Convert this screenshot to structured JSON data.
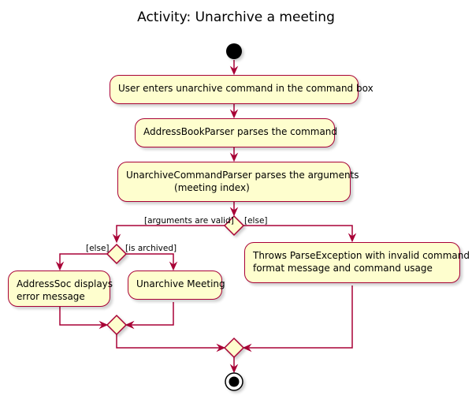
{
  "title": "Activity: Unarchive a meeting",
  "activities": {
    "enter_command": "User enters unarchive command in the command box",
    "parser_parses": "AddressBookParser parses the command",
    "command_parser": "UnarchiveCommandParser parses the arguments\n                (meeting index)",
    "throws": "Throws ParseException with invalid command\nformat message and command usage",
    "error_message": "AddressSoc displays\nerror message",
    "unarchive": "Unarchive Meeting"
  },
  "guards": {
    "args_valid": "[arguments are valid]",
    "else_outer": "[else]",
    "else_inner": "[else]",
    "is_archived": "[is archived]"
  },
  "colors": {
    "activity_fill": "#FEFECE",
    "border": "#A80036",
    "start": "#000000"
  }
}
